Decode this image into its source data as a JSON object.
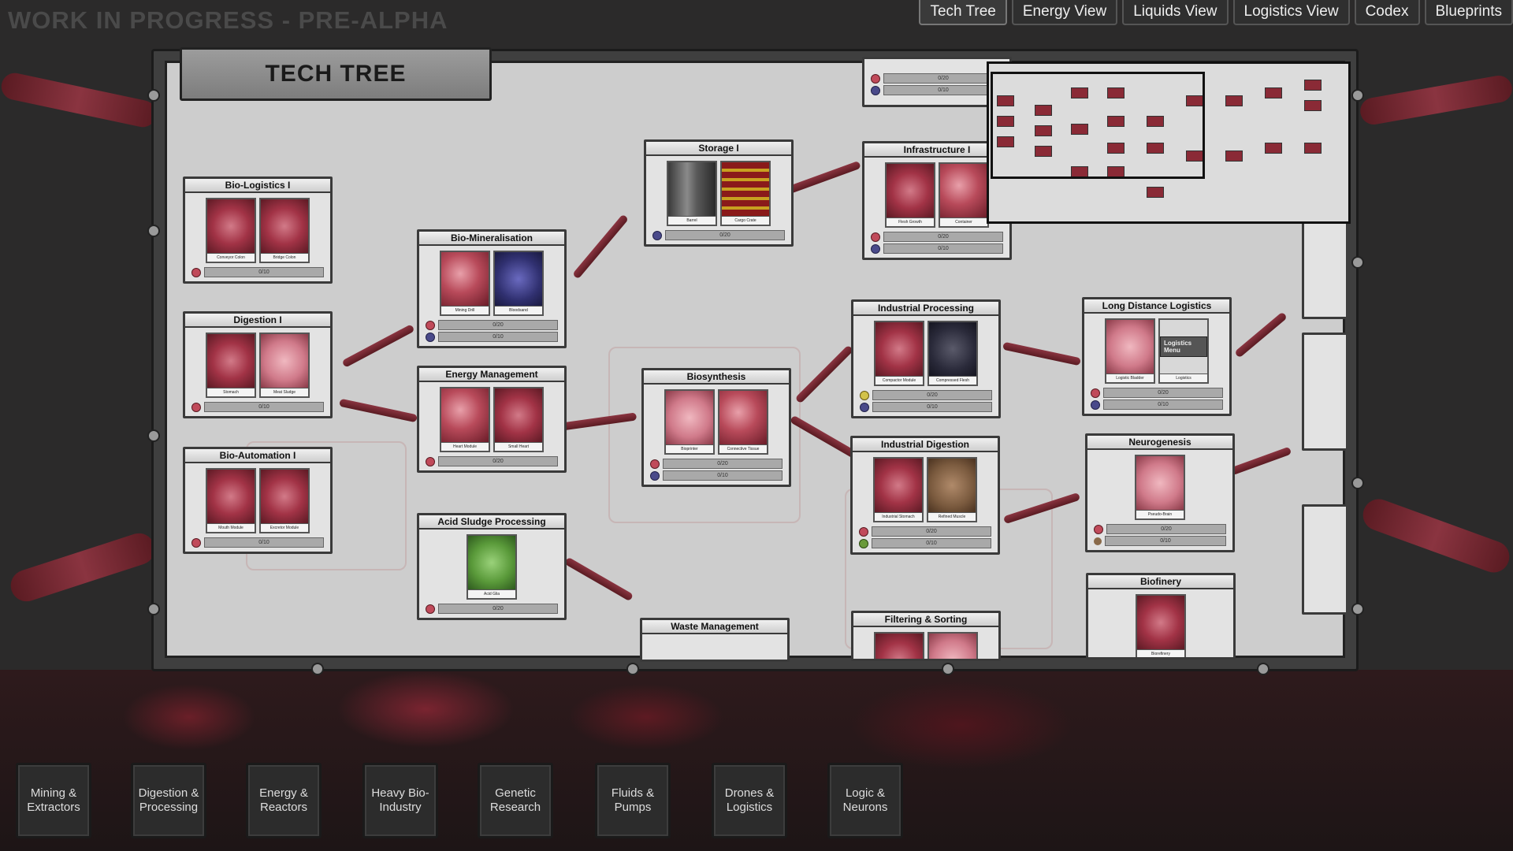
{
  "banner": "WORK IN PROGRESS - PRE-ALPHA",
  "tabs": [
    {
      "label": "Tech Tree",
      "active": true
    },
    {
      "label": "Energy View",
      "active": false
    },
    {
      "label": "Liquids View",
      "active": false
    },
    {
      "label": "Logistics View",
      "active": false
    },
    {
      "label": "Codex",
      "active": false
    },
    {
      "label": "Blueprints",
      "active": false
    }
  ],
  "panel_title": "TECH TREE",
  "cards": {
    "bio_logistics": {
      "title": "Bio-Logistics I",
      "items": [
        "Conveyor Colon",
        "Bridge Colon"
      ],
      "res": [
        "0/10"
      ]
    },
    "digestion": {
      "title": "Digestion I",
      "items": [
        "Stomach",
        "Meat Sludge"
      ],
      "res": [
        "0/10"
      ]
    },
    "bio_automation": {
      "title": "Bio-Automation I",
      "items": [
        "Mouth Module",
        "Excretor Module"
      ],
      "res": [
        "0/10"
      ]
    },
    "bio_mineralisation": {
      "title": "Bio-Mineralisation",
      "items": [
        "Mining Drill",
        "Bloodsand"
      ],
      "res": [
        "0/20",
        "0/10"
      ]
    },
    "energy_management": {
      "title": "Energy Management",
      "items": [
        "Heart Module",
        "Small Heart"
      ],
      "res": [
        "0/20"
      ]
    },
    "acid_sludge": {
      "title": "Acid Sludge Processing",
      "items": [
        "Acid Glia"
      ],
      "res": [
        "0/20"
      ]
    },
    "storage": {
      "title": "Storage I",
      "items": [
        "Barrel",
        "Cargo Crate"
      ],
      "res": [
        "0/20"
      ]
    },
    "biosynthesis": {
      "title": "Biosynthesis",
      "items": [
        "Bioprinter",
        "Connective Tissue"
      ],
      "res": [
        "0/20",
        "0/10"
      ]
    },
    "waste_management": {
      "title": "Waste Management",
      "items": [],
      "res": []
    },
    "infrastructure": {
      "title": "Infrastructure I",
      "items": [
        "Flesh Growth",
        "Container"
      ],
      "res": [
        "0/20",
        "0/10"
      ]
    },
    "industrial_processing": {
      "title": "Industrial Processing",
      "items": [
        "Compactor Module",
        "Compressed Flesh"
      ],
      "res": [
        "0/20",
        "0/10"
      ]
    },
    "industrial_digestion": {
      "title": "Industrial Digestion",
      "items": [
        "Industrial Stomach",
        "Refined Muscle"
      ],
      "res": [
        "0/20",
        "0/10"
      ]
    },
    "filtering_sorting": {
      "title": "Filtering & Sorting",
      "items": [],
      "res": []
    },
    "long_distance": {
      "title": "Long Distance Logistics",
      "items": [
        "Logistic Bladder",
        "Logistics"
      ],
      "menu_label": "Logistics Menu",
      "res": [
        "0/20",
        "0/10"
      ]
    },
    "neurogenesis": {
      "title": "Neurogenesis",
      "items": [
        "Pseudo-Brain"
      ],
      "res": [
        "0/20",
        "0/10"
      ]
    },
    "biofinery": {
      "title": "Biofinery",
      "items": [
        "Biorefinery"
      ],
      "res": []
    },
    "top_partial": {
      "res": [
        "0/20",
        "0/10"
      ]
    }
  },
  "categories": [
    "Mining & Extractors",
    "Digestion & Processing",
    "Energy & Reactors",
    "Heavy Bio-Industry",
    "Genetic Research",
    "Fluids & Pumps",
    "Drones & Logistics",
    "Logic & Neurons"
  ],
  "colors": {
    "accent_flesh": "#a23346",
    "panel": "#cdcdcd",
    "frame": "#3f3f3f"
  }
}
